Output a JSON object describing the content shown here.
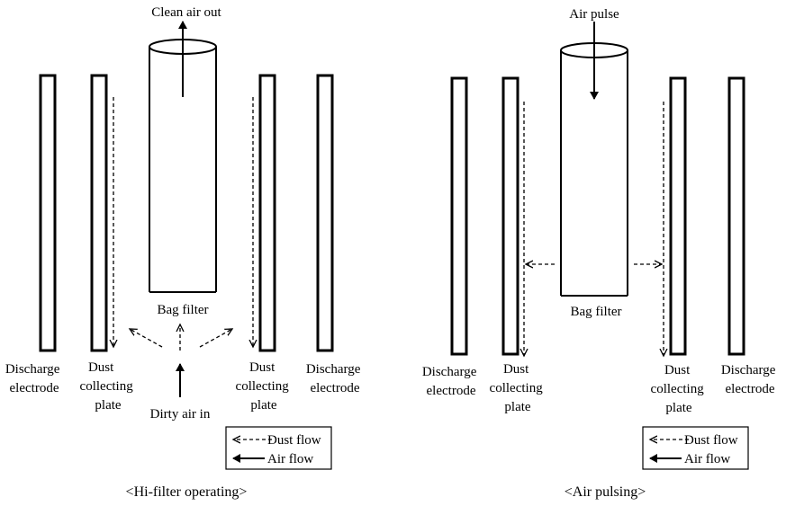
{
  "left_panel": {
    "top_label": "Clean air out",
    "bag_filter_label": "Bag filter",
    "dirty_air_label": "Dirty air in",
    "discharge_electrode_left": [
      "Discharge",
      "electrode"
    ],
    "dust_plate_left": [
      "Dust",
      "collecting",
      "plate"
    ],
    "dust_plate_right": [
      "Dust",
      "collecting",
      "plate"
    ],
    "discharge_electrode_right": [
      "Discharge",
      "electrode"
    ],
    "legend": {
      "dust_flow": "Dust flow",
      "air_flow": "Air flow"
    },
    "caption": "<Hi-filter operating>"
  },
  "right_panel": {
    "top_label": "Air pulse",
    "bag_filter_label": "Bag filter",
    "discharge_electrode_left": [
      "Discharge",
      "electrode"
    ],
    "dust_plate_left": [
      "Dust",
      "collecting",
      "plate"
    ],
    "dust_plate_right": [
      "Dust",
      "collecting",
      "plate"
    ],
    "discharge_electrode_right": [
      "Discharge",
      "electrode"
    ],
    "legend": {
      "dust_flow": "Dust flow",
      "air_flow": "Air flow"
    },
    "caption": "<Air pulsing>"
  }
}
